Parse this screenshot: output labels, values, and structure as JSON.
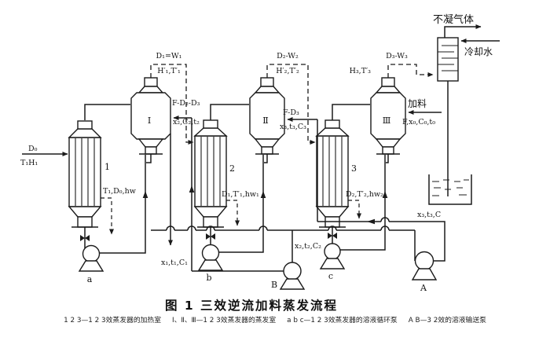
{
  "figure": {
    "caption": "图 1  三效逆流加料蒸发流程",
    "legend": [
      "1 2 3—1 2 3效蒸发器的加热室",
      "Ⅰ、Ⅱ、Ⅲ—1 2 3效蒸发器的蒸发室",
      "a b c—1 2 3效蒸发器的溶液循环泵",
      "A B—3 2效的溶液输送泵"
    ],
    "colors": {
      "ink": "#1b1b1b",
      "bg": "#ffffff"
    }
  },
  "equipment": {
    "heaters": [
      {
        "label": "1"
      },
      {
        "label": "2"
      },
      {
        "label": "3"
      }
    ],
    "separators": [
      {
        "label": "Ⅰ"
      },
      {
        "label": "Ⅱ"
      },
      {
        "label": "Ⅲ"
      }
    ],
    "pumps": {
      "a": "a",
      "b": "b",
      "c": "c",
      "A": "A",
      "B": "B"
    },
    "condenser": {
      "vent": "不凝气体",
      "cooling_water": "冷却水"
    }
  },
  "streams": {
    "steam_in": {
      "l1": "D₀",
      "l2": "T₁H₁"
    },
    "vapor_1": {
      "l1": "D₁=W₁",
      "l2": "H′₁,T′₁"
    },
    "vapor_2": {
      "l1": "D₂-W₂",
      "l2": "H′₂,T′₂"
    },
    "vapor_3": {
      "l1": "D₃-W₃",
      "l2": "H₃,T′₃"
    },
    "liquor_to_1": {
      "l1": "F-D₂-D₃",
      "l2": "x₂,C₂,t₂"
    },
    "liquor_to_2": {
      "l1": "F-D₃",
      "l2": "x₃,t₃,C₃"
    },
    "feed": {
      "l1": "加料",
      "l2": "F,x₀,C₀,t₀"
    },
    "condensate_1": "T₁,D₀,hw",
    "condensate_2": "D₁,T′₁,hw₁",
    "condensate_3": "D₂,T′₂,hw₂",
    "product_1": "x₁,t₁,C₁",
    "product_2": "x₂,t₂,C₂",
    "product_3": "x₃,t₃,C"
  }
}
